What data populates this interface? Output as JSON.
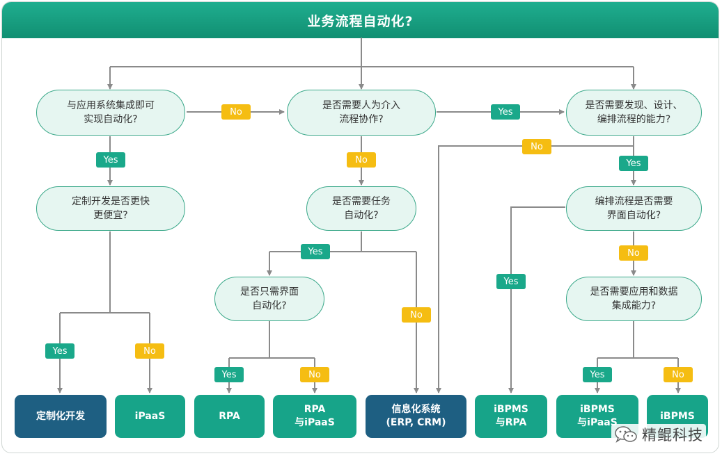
{
  "header": {
    "title": "业务流程自动化?"
  },
  "questions": {
    "q1": "与应用系统集成即可\n实现自动化?",
    "q2": "是否需要人为介入\n流程协作?",
    "q3": "是否需要发现、设计、\n编排流程的能力?",
    "q4": "定制开发是否更快\n更便宜?",
    "q5": "是否需要任务\n自动化?",
    "q6": "是否只需界面\n自动化?",
    "q7": "编排流程是否需要\n界面自动化?",
    "q8": "是否需要应用和数据\n集成能力?"
  },
  "tags": {
    "yes": "Yes",
    "no": "No"
  },
  "outcomes": {
    "o1": "定制化开发",
    "o2": "iPaaS",
    "o3": "RPA",
    "o4": "RPA\n与iPaaS",
    "o5": "信息化系统\n(ERP, CRM)",
    "o6": "iBPMS\n与RPA",
    "o7": "iBPMS\n与iPaaS",
    "o8": "iBPMS"
  },
  "watermark": {
    "text": "精鲲科技",
    "icon": "wechat-icon"
  },
  "colors": {
    "header": "#16a083",
    "question_fill": "#e6f6f1",
    "yes_tag": "#1aa88a",
    "no_tag": "#f5bd12",
    "outcome_dark": "#1e5f82",
    "outcome_teal": "#17a489",
    "connector": "#8a8a8a"
  }
}
